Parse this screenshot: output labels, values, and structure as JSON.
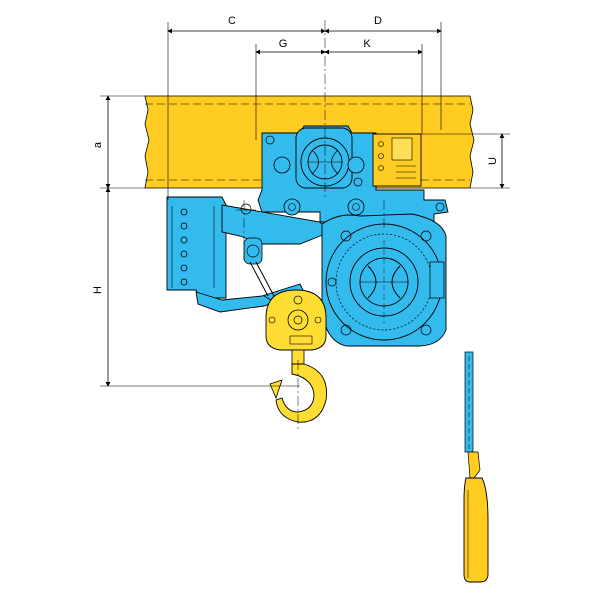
{
  "dimensions": {
    "c": "C",
    "d": "D",
    "g": "G",
    "k": "K",
    "a": "a",
    "u": "U",
    "h": "H"
  },
  "colors": {
    "beam_yellow": "#ffcc22",
    "body_blue": "#33bbee",
    "hook_yellow": "#ffdd33",
    "outline": "#000000"
  }
}
